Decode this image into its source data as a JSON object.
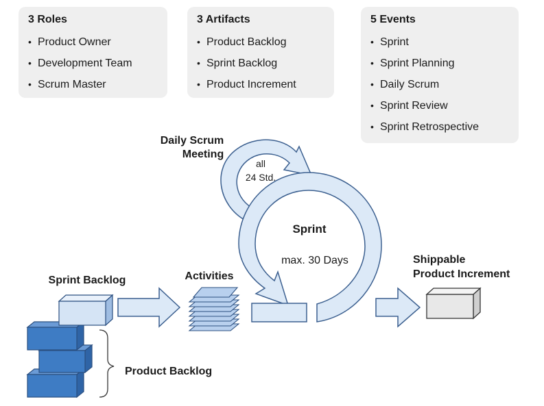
{
  "roles": {
    "title": "3 Roles",
    "items": [
      "Product Owner",
      "Development Team",
      "Scrum Master"
    ]
  },
  "artifacts": {
    "title": "3 Artifacts",
    "items": [
      "Product Backlog",
      "Sprint Backlog",
      "Product Increment"
    ]
  },
  "events": {
    "title": "5 Events",
    "items": [
      "Sprint",
      "Sprint Planning",
      "Daily Scrum",
      "Sprint Review",
      "Sprint Retrospective"
    ]
  },
  "diagram": {
    "daily_scrum_line1": "Daily Scrum",
    "daily_scrum_line2": "Meeting",
    "interval_line1": "all",
    "interval_line2": "24 Std.",
    "sprint_label": "Sprint",
    "sprint_duration": "max. 30 Days",
    "activities_label": "Activities",
    "sprint_backlog_label": "Sprint Backlog",
    "product_backlog_label": "Product Backlog",
    "increment_line1": "Shippable",
    "increment_line2": "Product Increment"
  },
  "colors": {
    "light_blue": "#dce9f7",
    "mid_blue": "#a9c6e8",
    "dark_blue": "#3e7cc4",
    "outline": "#3b5f8f",
    "box_bg": "#efefef"
  }
}
